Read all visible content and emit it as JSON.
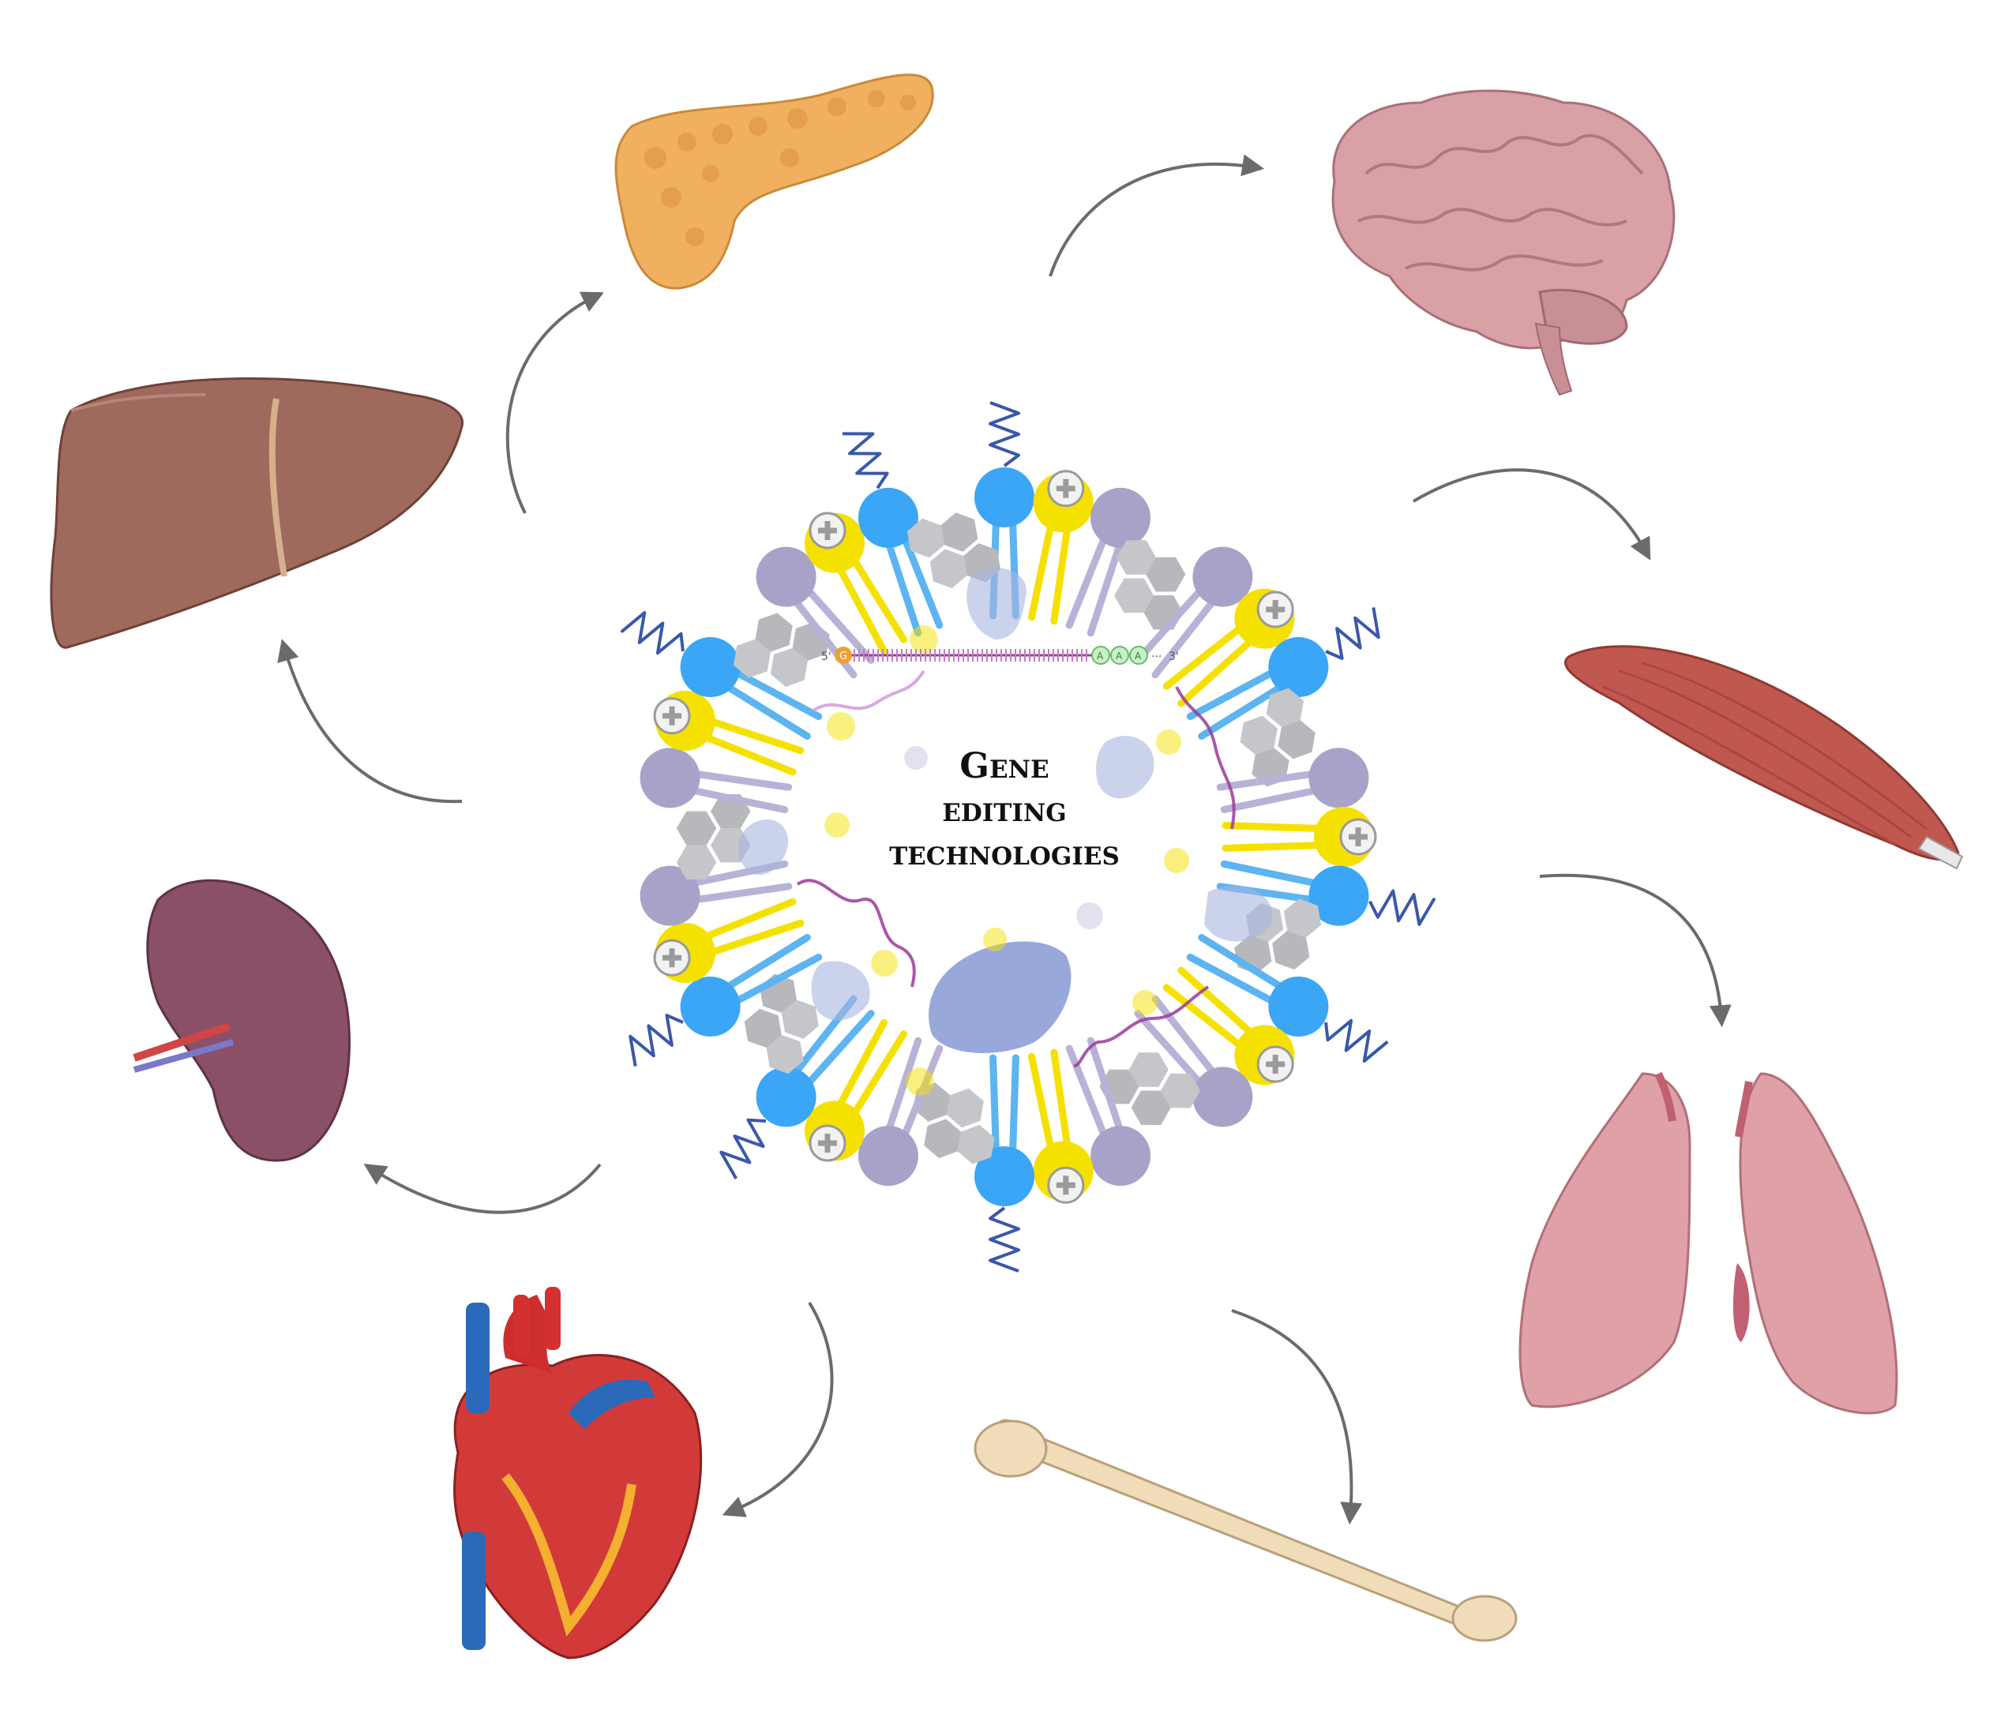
{
  "title": {
    "line1": "Gene",
    "line2": "editing",
    "line3": "technologies"
  },
  "mrna": {
    "five_prime": "5'",
    "cap": "G",
    "poly_a": [
      "A",
      "A",
      "A"
    ],
    "three_prime": "3'"
  },
  "organs": [
    {
      "id": "liver",
      "icon": "liver-icon"
    },
    {
      "id": "pancreas",
      "icon": "pancreas-icon"
    },
    {
      "id": "brain",
      "icon": "brain-icon"
    },
    {
      "id": "muscle",
      "icon": "muscle-icon"
    },
    {
      "id": "lungs",
      "icon": "lungs-icon"
    },
    {
      "id": "bone",
      "icon": "bone-icon"
    },
    {
      "id": "heart",
      "icon": "heart-icon"
    },
    {
      "id": "spleen",
      "icon": "spleen-icon"
    }
  ],
  "colors": {
    "lipid_blue": "#3aa6f5",
    "lipid_yellow": "#f5e100",
    "lipid_lavender": "#a8a2c8",
    "hexagon_gray": "#c4c6c9",
    "protein": "#8d9fd6",
    "arrow": "#6b6b6b",
    "liver": "#a0695e",
    "pancreas": "#f0b060",
    "brain": "#d9a0a6",
    "muscle": "#c05850",
    "lungs": "#e0a0a8",
    "bone": "#f0dcb8",
    "heart": "#d23a3a",
    "spleen": "#8a5068"
  }
}
